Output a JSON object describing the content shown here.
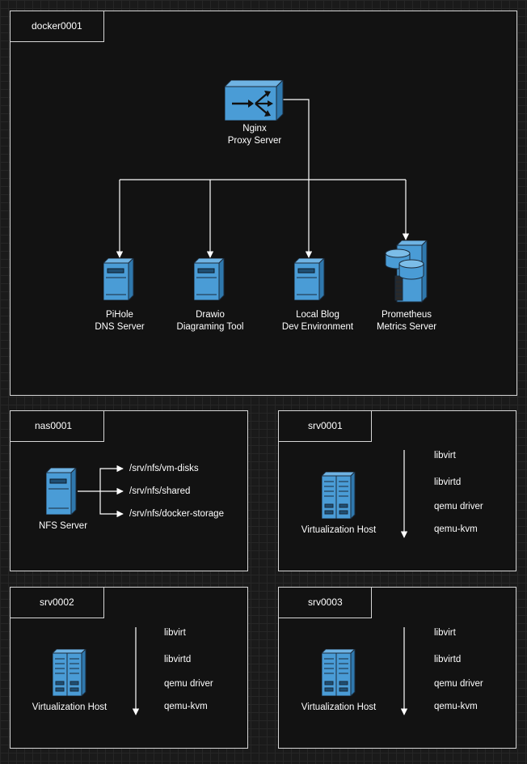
{
  "colors": {
    "icon_fill": "#4a9cd6",
    "icon_stroke": "#1b2a3a",
    "wire": "#ffffff",
    "frame": "#d6d6d6"
  },
  "docker": {
    "title": "docker0001",
    "proxy": {
      "line1": "Nginx",
      "line2": "Proxy Server",
      "icon": "router-icon"
    },
    "services": [
      {
        "line1": "PiHole",
        "line2": "DNS Server",
        "icon": "server-tower-icon"
      },
      {
        "line1": "Drawio",
        "line2": "Diagraming Tool",
        "icon": "server-tower-icon"
      },
      {
        "line1": "Local Blog",
        "line2": "Dev Environment",
        "icon": "server-tower-icon"
      },
      {
        "line1": "Prometheus",
        "line2": "Metrics Server",
        "icon": "database-server-icon"
      }
    ]
  },
  "nas": {
    "title": "nas0001",
    "server": "NFS Server",
    "paths": [
      "/srv/nfs/vm-disks",
      "/srv/nfs/shared",
      "/srv/nfs/docker-storage"
    ]
  },
  "hosts": [
    {
      "title": "srv0001",
      "label": "Virtualization Host",
      "stack": [
        "libvirt",
        "libvirtd",
        "qemu driver",
        "qemu-kvm"
      ]
    },
    {
      "title": "srv0002",
      "label": "Virtualization Host",
      "stack": [
        "libvirt",
        "libvirtd",
        "qemu driver",
        "qemu-kvm"
      ]
    },
    {
      "title": "srv0003",
      "label": "Virtualization Host",
      "stack": [
        "libvirt",
        "libvirtd",
        "qemu driver",
        "qemu-kvm"
      ]
    }
  ]
}
